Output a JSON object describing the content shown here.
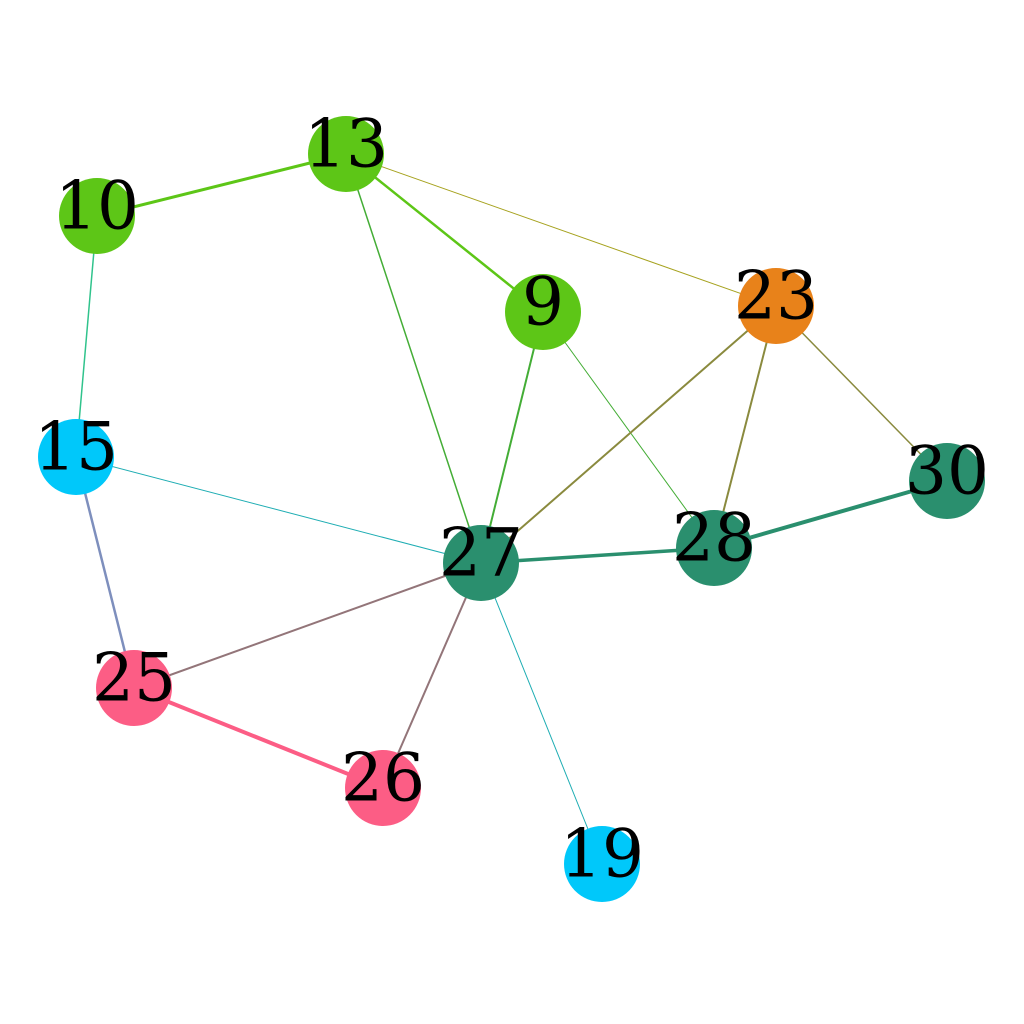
{
  "graph": {
    "nodes": [
      {
        "id": "10",
        "label": "10",
        "color": "#5dc617"
      },
      {
        "id": "13",
        "label": "13",
        "color": "#5dc617"
      },
      {
        "id": "9",
        "label": "9",
        "color": "#5dc617"
      },
      {
        "id": "23",
        "label": "23",
        "color": "#e8821a"
      },
      {
        "id": "15",
        "label": "15",
        "color": "#00c8fa"
      },
      {
        "id": "30",
        "label": "30",
        "color": "#2a8f6e"
      },
      {
        "id": "27",
        "label": "27",
        "color": "#2a8f6e"
      },
      {
        "id": "28",
        "label": "28",
        "color": "#2a8f6e"
      },
      {
        "id": "25",
        "label": "25",
        "color": "#fc5d85"
      },
      {
        "id": "26",
        "label": "26",
        "color": "#fc5d85"
      },
      {
        "id": "19",
        "label": "19",
        "color": "#00c8fa"
      }
    ],
    "edges": [
      {
        "source": "10",
        "target": "13",
        "color": "#5dc617",
        "weight": 3
      },
      {
        "source": "13",
        "target": "9",
        "color": "#5dc617",
        "weight": 2.5
      },
      {
        "source": "13",
        "target": "23",
        "color": "#a6a21e",
        "weight": 1
      },
      {
        "source": "13",
        "target": "27",
        "color": "#44ad36",
        "weight": 1.5
      },
      {
        "source": "10",
        "target": "15",
        "color": "#30c38c",
        "weight": 1.5
      },
      {
        "source": "9",
        "target": "27",
        "color": "#44ad36",
        "weight": 2
      },
      {
        "source": "9",
        "target": "28",
        "color": "#44ad36",
        "weight": 1
      },
      {
        "source": "23",
        "target": "27",
        "color": "#8a8a3e",
        "weight": 2
      },
      {
        "source": "23",
        "target": "28",
        "color": "#8a8a3e",
        "weight": 2
      },
      {
        "source": "23",
        "target": "30",
        "color": "#8a8a3e",
        "weight": 1.5
      },
      {
        "source": "15",
        "target": "27",
        "color": "#1eadb3",
        "weight": 1
      },
      {
        "source": "15",
        "target": "25",
        "color": "#7e8fbd",
        "weight": 2.5
      },
      {
        "source": "27",
        "target": "28",
        "color": "#2a8f6e",
        "weight": 3.5
      },
      {
        "source": "28",
        "target": "30",
        "color": "#2a8f6e",
        "weight": 4
      },
      {
        "source": "27",
        "target": "25",
        "color": "#937579",
        "weight": 2
      },
      {
        "source": "27",
        "target": "26",
        "color": "#937579",
        "weight": 2
      },
      {
        "source": "27",
        "target": "19",
        "color": "#1eadb3",
        "weight": 1
      },
      {
        "source": "25",
        "target": "26",
        "color": "#fc5d85",
        "weight": 4
      }
    ]
  }
}
